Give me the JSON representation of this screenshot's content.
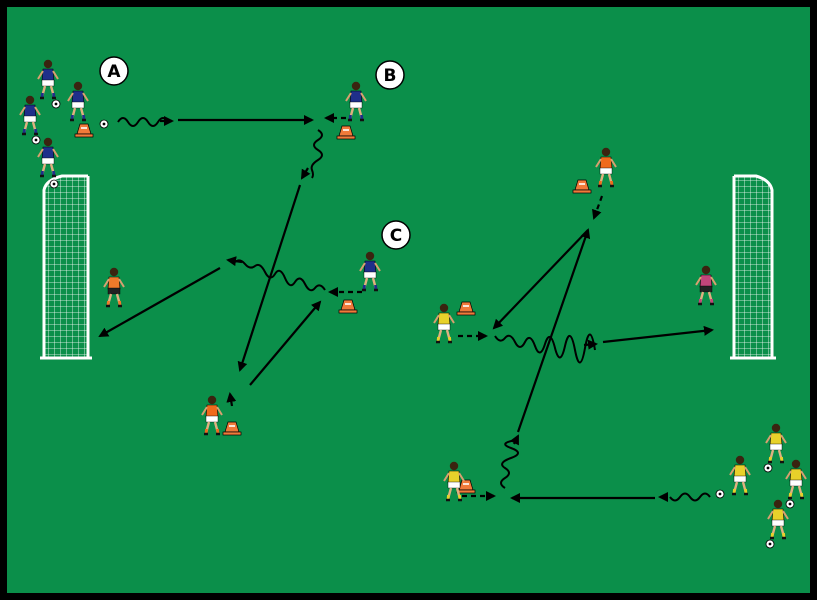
{
  "colors": {
    "pitch": "#0b8f4a",
    "border": "#000000",
    "team_blue": "#1f2f8a",
    "team_yellow": "#e8d12a",
    "team_orange": "#ef6a1c",
    "keeper_orange": "#f07a2a",
    "keeper_pink": "#c2457a",
    "cone": "#f07a3a",
    "white": "#ffffff"
  },
  "labels": [
    {
      "id": "A",
      "text": "A"
    },
    {
      "id": "B",
      "text": "B"
    },
    {
      "id": "C",
      "text": "C"
    }
  ],
  "icons": [
    "soccer-goal-icon",
    "traffic-cone-icon",
    "soccer-ball-icon",
    "player-icon",
    "goalkeeper-icon"
  ]
}
